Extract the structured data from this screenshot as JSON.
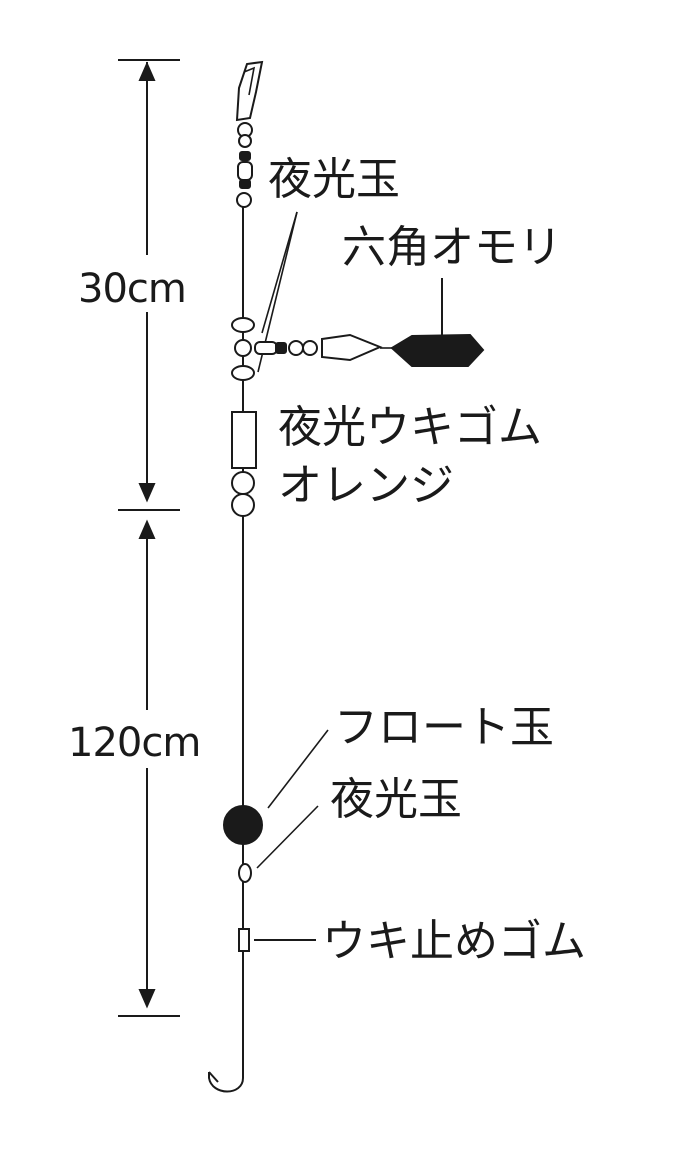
{
  "dimensions": {
    "upper": "30cm",
    "lower": "120cm"
  },
  "labels": {
    "luminous_bead_top": "夜光玉",
    "hex_sinker": "六角オモリ",
    "luminous_float_rubber_line1": "夜光ウキゴム",
    "luminous_float_rubber_line2": "オレンジ",
    "float_ball": "フロート玉",
    "luminous_bead_bottom": "夜光玉",
    "float_stopper_rubber": "ウキ止めゴム"
  }
}
